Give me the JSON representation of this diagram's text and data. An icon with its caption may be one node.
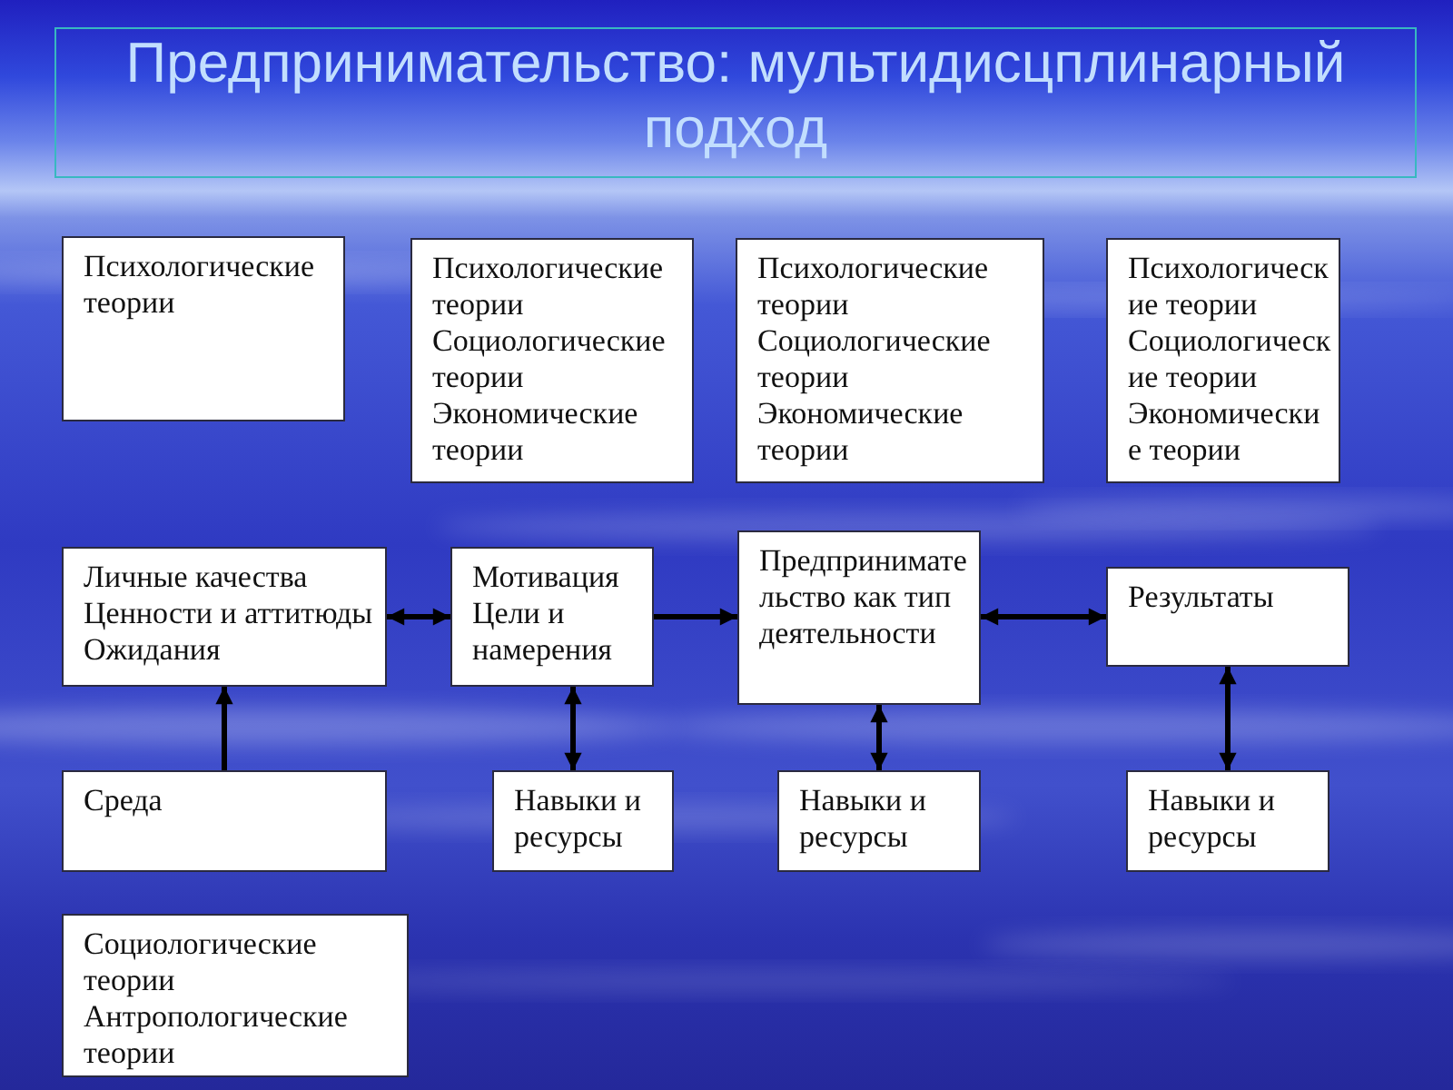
{
  "diagram": {
    "title": "Предпринимательство: мультидисцплинарный подход",
    "nodes": [
      {
        "text": [
          "Психологические теории"
        ]
      },
      {
        "text": [
          "Психологические теории",
          "Социологические теории",
          "Экономические теории"
        ]
      },
      {
        "text": [
          "Психологические теории",
          "Социологические теории",
          "Экономические теории"
        ]
      },
      {
        "text": [
          "Психологические теории",
          "Социологические теории",
          "Экономические теории"
        ]
      },
      {
        "text": [
          "Личные качества",
          "Ценности и аттитюды",
          "Ожидания"
        ]
      },
      {
        "text": [
          "Мотивация",
          "Цели и намерения"
        ]
      },
      {
        "text": [
          "Предпринимательство как тип деятельности"
        ]
      },
      {
        "text": [
          "Результаты"
        ]
      },
      {
        "text": [
          "Среда"
        ]
      },
      {
        "text": [
          "Навыки и ресурсы"
        ]
      },
      {
        "text": [
          "Навыки и ресурсы"
        ]
      },
      {
        "text": [
          "Навыки и ресурсы"
        ]
      },
      {
        "text": [
          "Социологические теории",
          "Антропологические теории"
        ]
      }
    ],
    "edges": [
      {
        "from": 4,
        "to": 5,
        "arrow": "both"
      },
      {
        "from": 5,
        "to": 6,
        "arrow": "to"
      },
      {
        "from": 6,
        "to": 7,
        "arrow": "both"
      },
      {
        "from": 8,
        "to": 4,
        "arrow": "to"
      },
      {
        "from": 5,
        "to": 9,
        "arrow": "both"
      },
      {
        "from": 6,
        "to": 10,
        "arrow": "both"
      },
      {
        "from": 7,
        "to": 11,
        "arrow": "both"
      }
    ]
  }
}
